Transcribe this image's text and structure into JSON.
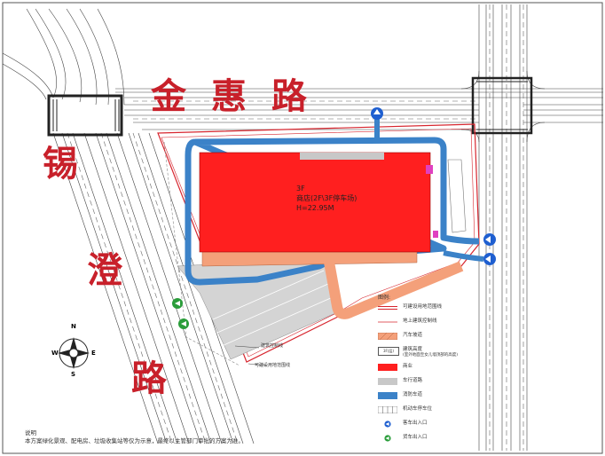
{
  "roads": {
    "north": "金惠路",
    "west": [
      "锡",
      "澄",
      "路"
    ]
  },
  "building": {
    "floors": "3F",
    "use": "商店(2F\\3F停车场)",
    "height": "H=22.95M"
  },
  "annotations": {
    "building_control_line": "建筑控制线",
    "site_boundary": "可建设用地范围线"
  },
  "legend": {
    "title": "图例:",
    "items": [
      {
        "label": "可建设用地范围线",
        "symbol": "red-double-line"
      },
      {
        "label": "地上建筑控制线",
        "symbol": "red-thin-line"
      },
      {
        "label": "汽车坡道",
        "symbol": "orange-hatch"
      },
      {
        "label": "建筑高度",
        "sublabel": "(室外地面至女儿墙顶部的高度)",
        "symbol": "height-box",
        "symbol_text": "3F(层)"
      },
      {
        "label": "商业",
        "symbol": "red-fill"
      },
      {
        "label": "车行道路",
        "symbol": "gray-fill"
      },
      {
        "label": "消防车道",
        "symbol": "blue-fill"
      },
      {
        "label": "机动车停车位",
        "symbol": "parking-lines"
      },
      {
        "label": "客车出入口",
        "symbol": "blue-arrow-circle"
      },
      {
        "label": "货车出入口",
        "symbol": "green-arrow-circle"
      }
    ]
  },
  "compass": {
    "n": "N",
    "s": "S",
    "w": "W",
    "e": "E"
  },
  "notes": {
    "title": "说明",
    "text": "本方案绿化景观、配电房、垃圾收集站等仅为示意，最终以主管部门审批的方案为准。"
  },
  "colors": {
    "commercial": "#ff1f1f",
    "ramp": "#f4a07a",
    "fire_lane": "#3b82c8",
    "boundary": "#d7262f",
    "entrance_car": "#1f5fd0",
    "entrance_truck": "#2a9d3a"
  }
}
